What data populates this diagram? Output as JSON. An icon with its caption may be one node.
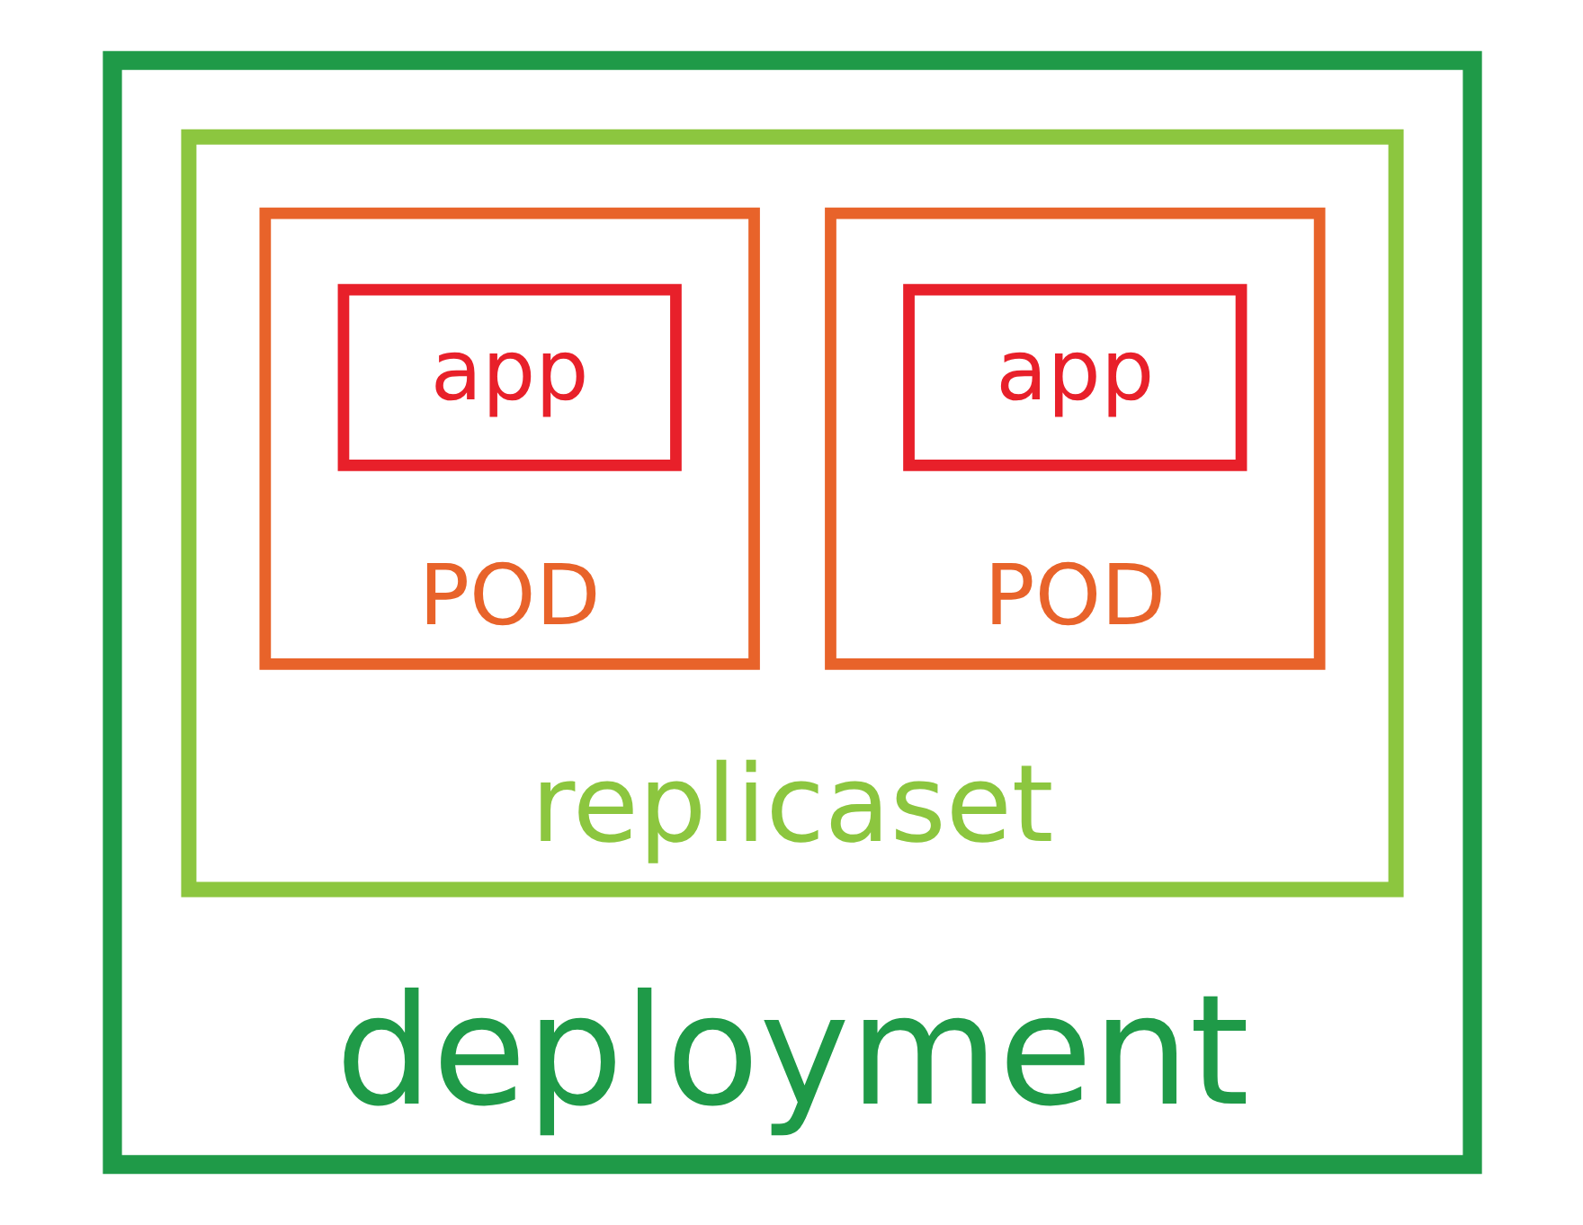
{
  "diagram": {
    "nodes": [
      {
        "text": [
          "deployment"
        ]
      },
      {
        "text": [
          "replicaset"
        ],
        "in": 0
      },
      {
        "text": [
          "POD"
        ],
        "in": 1
      },
      {
        "text": [
          "app"
        ],
        "in": 2
      },
      {
        "text": [
          "POD"
        ],
        "in": 1
      },
      {
        "text": [
          "app"
        ],
        "in": 4
      }
    ]
  }
}
